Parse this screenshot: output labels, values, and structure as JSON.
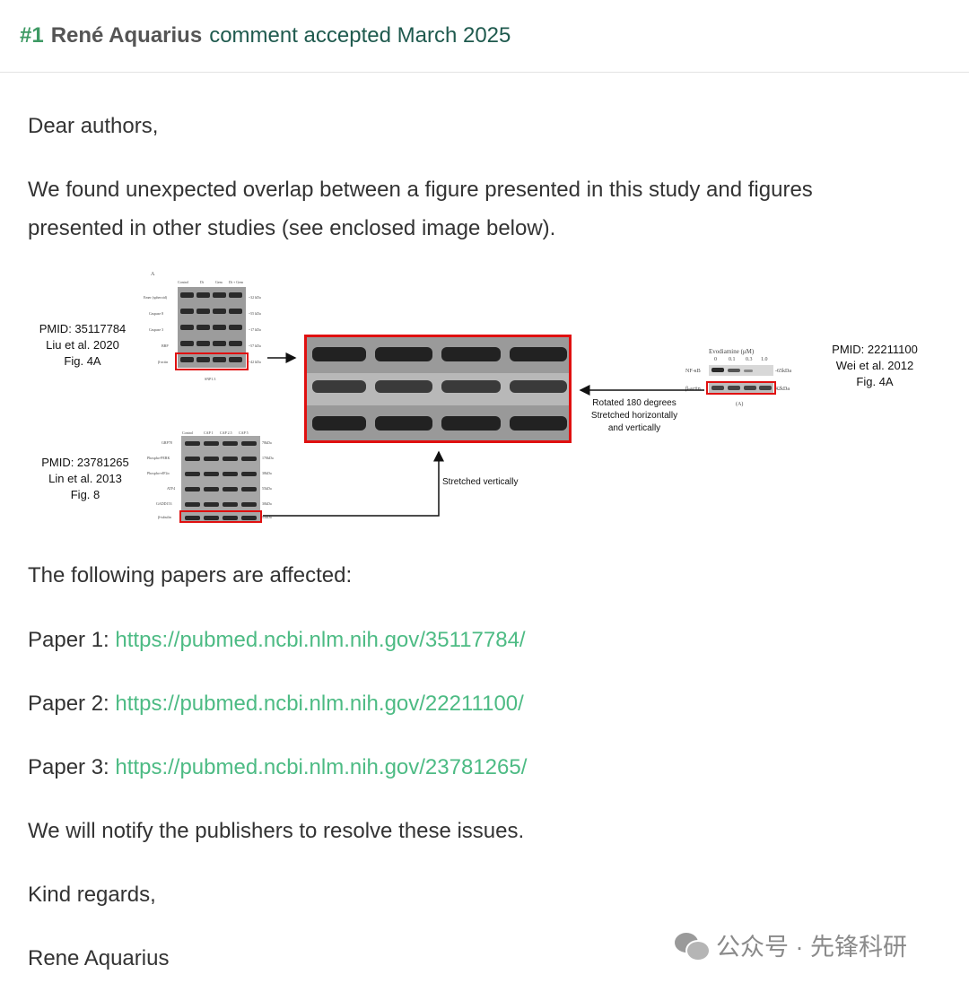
{
  "header": {
    "number": "#1",
    "author": "René Aquarius",
    "status": "comment accepted March 2025"
  },
  "comment": {
    "greeting": "Dear authors,",
    "intro_line1": "We found unexpected overlap between a figure presented in this study and figures",
    "intro_line2": "presented in other studies (see enclosed image below).",
    "affected": "The following papers are affected:",
    "papers": [
      {
        "label": "Paper 1:",
        "url": "https://pubmed.ncbi.nlm.nih.gov/35117784/"
      },
      {
        "label": "Paper 2:",
        "url": "https://pubmed.ncbi.nlm.nih.gov/22211100/"
      },
      {
        "label": "Paper 3:",
        "url": "https://pubmed.ncbi.nlm.nih.gov/23781265/"
      }
    ],
    "notify": "We will notify the publishers to resolve these issues.",
    "regards": "Kind regards,",
    "signature": "Rene Aquarius"
  },
  "figure": {
    "source1": {
      "pmid": "PMID: 35117784",
      "cite": "Liu et al. 2020",
      "fig": "Fig. 4A"
    },
    "source2": {
      "pmid": "PMID: 22211100",
      "cite": "Wei et al. 2012",
      "fig": "Fig. 4A"
    },
    "source3": {
      "pmid": "PMID: 23781265",
      "cite": "Lin et al. 2013",
      "fig": "Fig. 8"
    },
    "note_rotated1": "Rotated 180 degrees",
    "note_rotated2": "Stretched horizontally",
    "note_rotated3": "and vertically",
    "note_stretched": "Stretched vertically",
    "panelA": {
      "letter": "A",
      "lanes": [
        "Control",
        "Dt",
        "Gem",
        "Dt + Gem"
      ],
      "rows": [
        "Emer (spheroid)",
        "Caspase 8",
        "Caspase 3",
        "BBP",
        "β-actin"
      ],
      "sizes": [
        "~32 kDa",
        "~55 kDa",
        "~17 kDa",
        "~57 kDa",
        "~42 kDa"
      ],
      "caption": "SNP1.3"
    },
    "panelB": {
      "title": "Evodiamine (μM)",
      "doses": [
        "0",
        "0.1",
        "0.3",
        "1.0"
      ],
      "rows": [
        "NF-κB",
        "β-actin"
      ],
      "sizes": [
        "-65kDa",
        "42kDa"
      ],
      "caption": "(A)"
    },
    "panelC": {
      "lanes": [
        "Control",
        "CAP 1",
        "CAP 2.5",
        "CAP 5"
      ],
      "rows": [
        "GRP78",
        "Phospho-PERK",
        "Phospho-eIF2α",
        "ATF4",
        "GADD153",
        "β-tubulin"
      ],
      "sizes": [
        "78kDa",
        "170kDa",
        "38kDa",
        "55kDa",
        "30kDa",
        "55kDa"
      ]
    }
  },
  "watermark": {
    "text": "公众号 · 先锋科研"
  }
}
